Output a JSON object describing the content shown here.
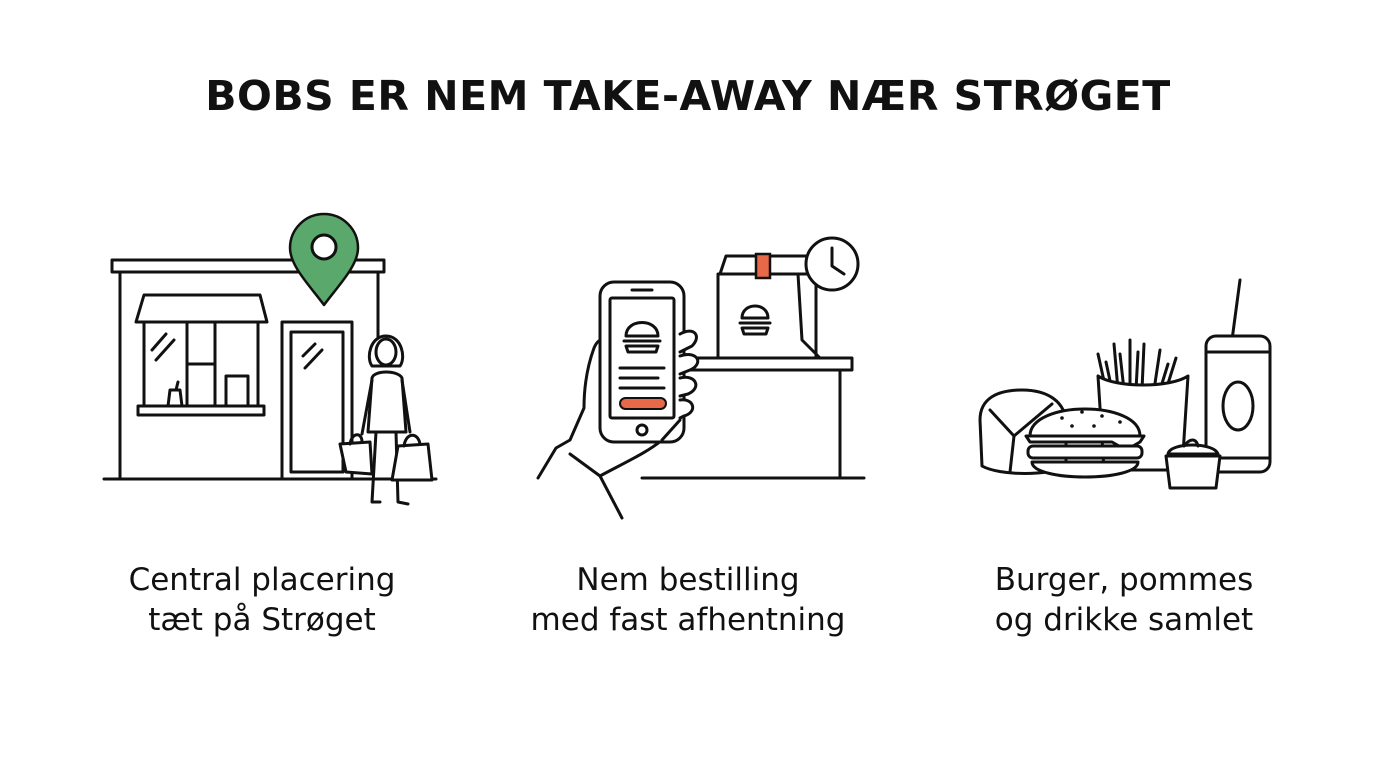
{
  "title": "BOBS ER NEM TAKE-AWAY NÆR STRØGET",
  "features": [
    {
      "icon": "storefront-location-icon",
      "line1": "Central placering",
      "line2": "tæt på Strøget"
    },
    {
      "icon": "mobile-order-pickup-icon",
      "line1": "Nem bestilling",
      "line2": "med fast afhentning"
    },
    {
      "icon": "burger-fries-drink-icon",
      "line1": "Burger, pommes",
      "line2": "og drikke samlet"
    }
  ],
  "colors": {
    "pin": "#5aa86c",
    "accent": "#e8694a",
    "ink": "#111111"
  }
}
